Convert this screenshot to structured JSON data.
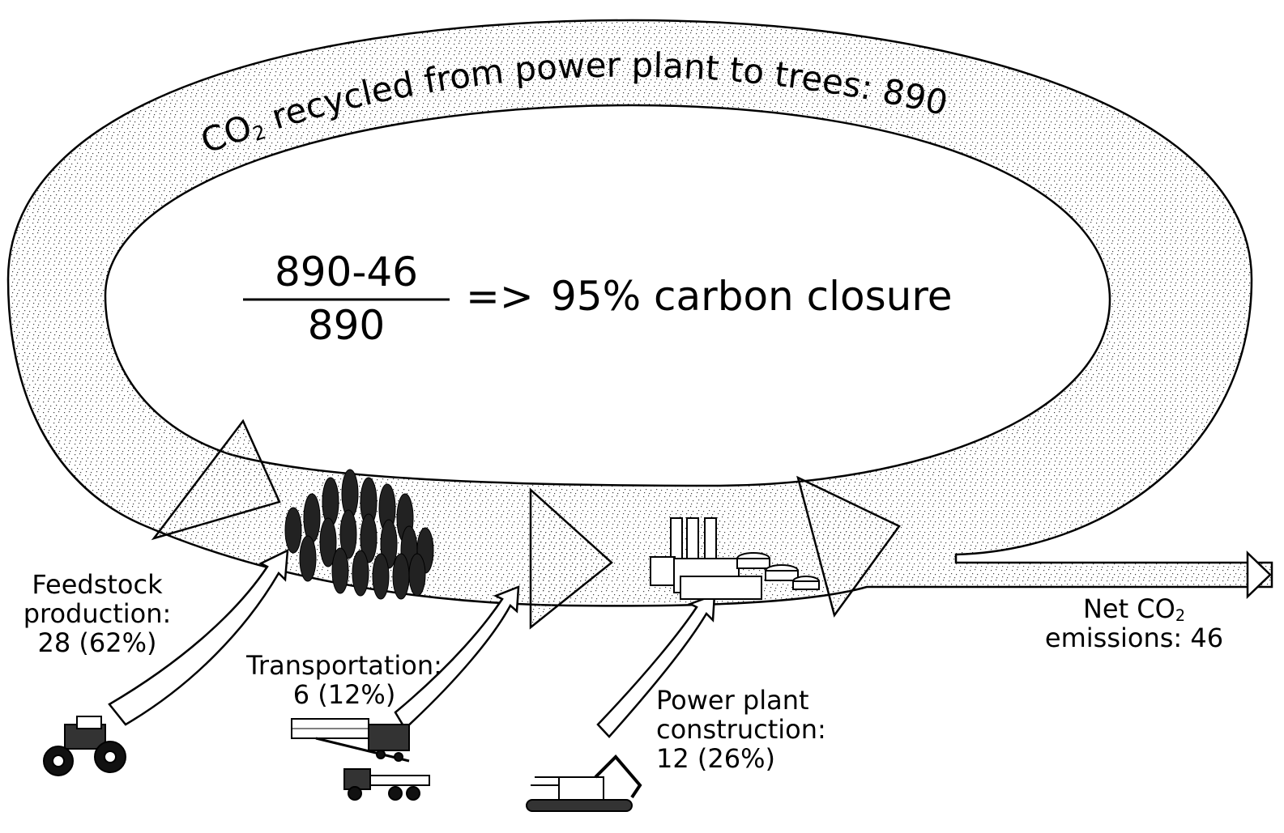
{
  "diagram": {
    "cycle_label": {
      "prefix": "CO",
      "subscript": "2",
      "rest": " recycled from power plant to trees: 890"
    },
    "equation": {
      "numerator": "890-46",
      "denominator": "890",
      "arrow": "=>",
      "result": "95% carbon closure"
    },
    "inputs": [
      {
        "line1": "Feedstock",
        "line2": "production:",
        "line3": "28 (62%)"
      },
      {
        "line1": "Transportation:",
        "line2": "6 (12%)"
      },
      {
        "line1": "Power plant",
        "line2": "construction:",
        "line3": "12 (26%)"
      }
    ],
    "output": {
      "line1_prefix": "Net CO",
      "line1_subscript": "2",
      "line2": "emissions: 46"
    },
    "icons": [
      "trees-icon",
      "tractor-icon",
      "train-icon",
      "truck-icon",
      "excavator-icon",
      "power-plant-icon"
    ],
    "colors": {
      "stroke": "#000000",
      "fill": "#ffffff",
      "stipple": "#3a3a3a"
    }
  }
}
